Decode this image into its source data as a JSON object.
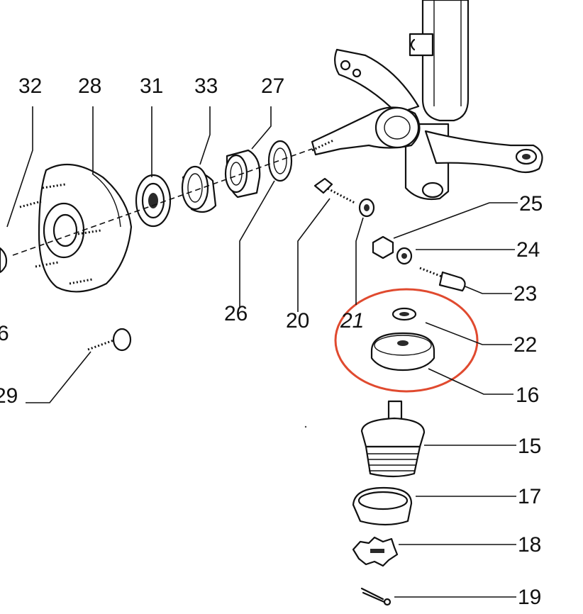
{
  "callouts": {
    "32": "32",
    "28": "28",
    "31": "31",
    "33": "33",
    "27": "27",
    "25": "25",
    "24": "24",
    "23": "23",
    "22": "22",
    "16": "16",
    "15": "15",
    "17": "17",
    "18": "18",
    "19": "19",
    "26": "26",
    "20": "20",
    "21": "21",
    "29": "29",
    "6": "6"
  },
  "highlight": {
    "color": "#e04a2f",
    "parts": [
      "22",
      "16"
    ]
  },
  "colors": {
    "ink": "#111111",
    "background": "#ffffff"
  }
}
